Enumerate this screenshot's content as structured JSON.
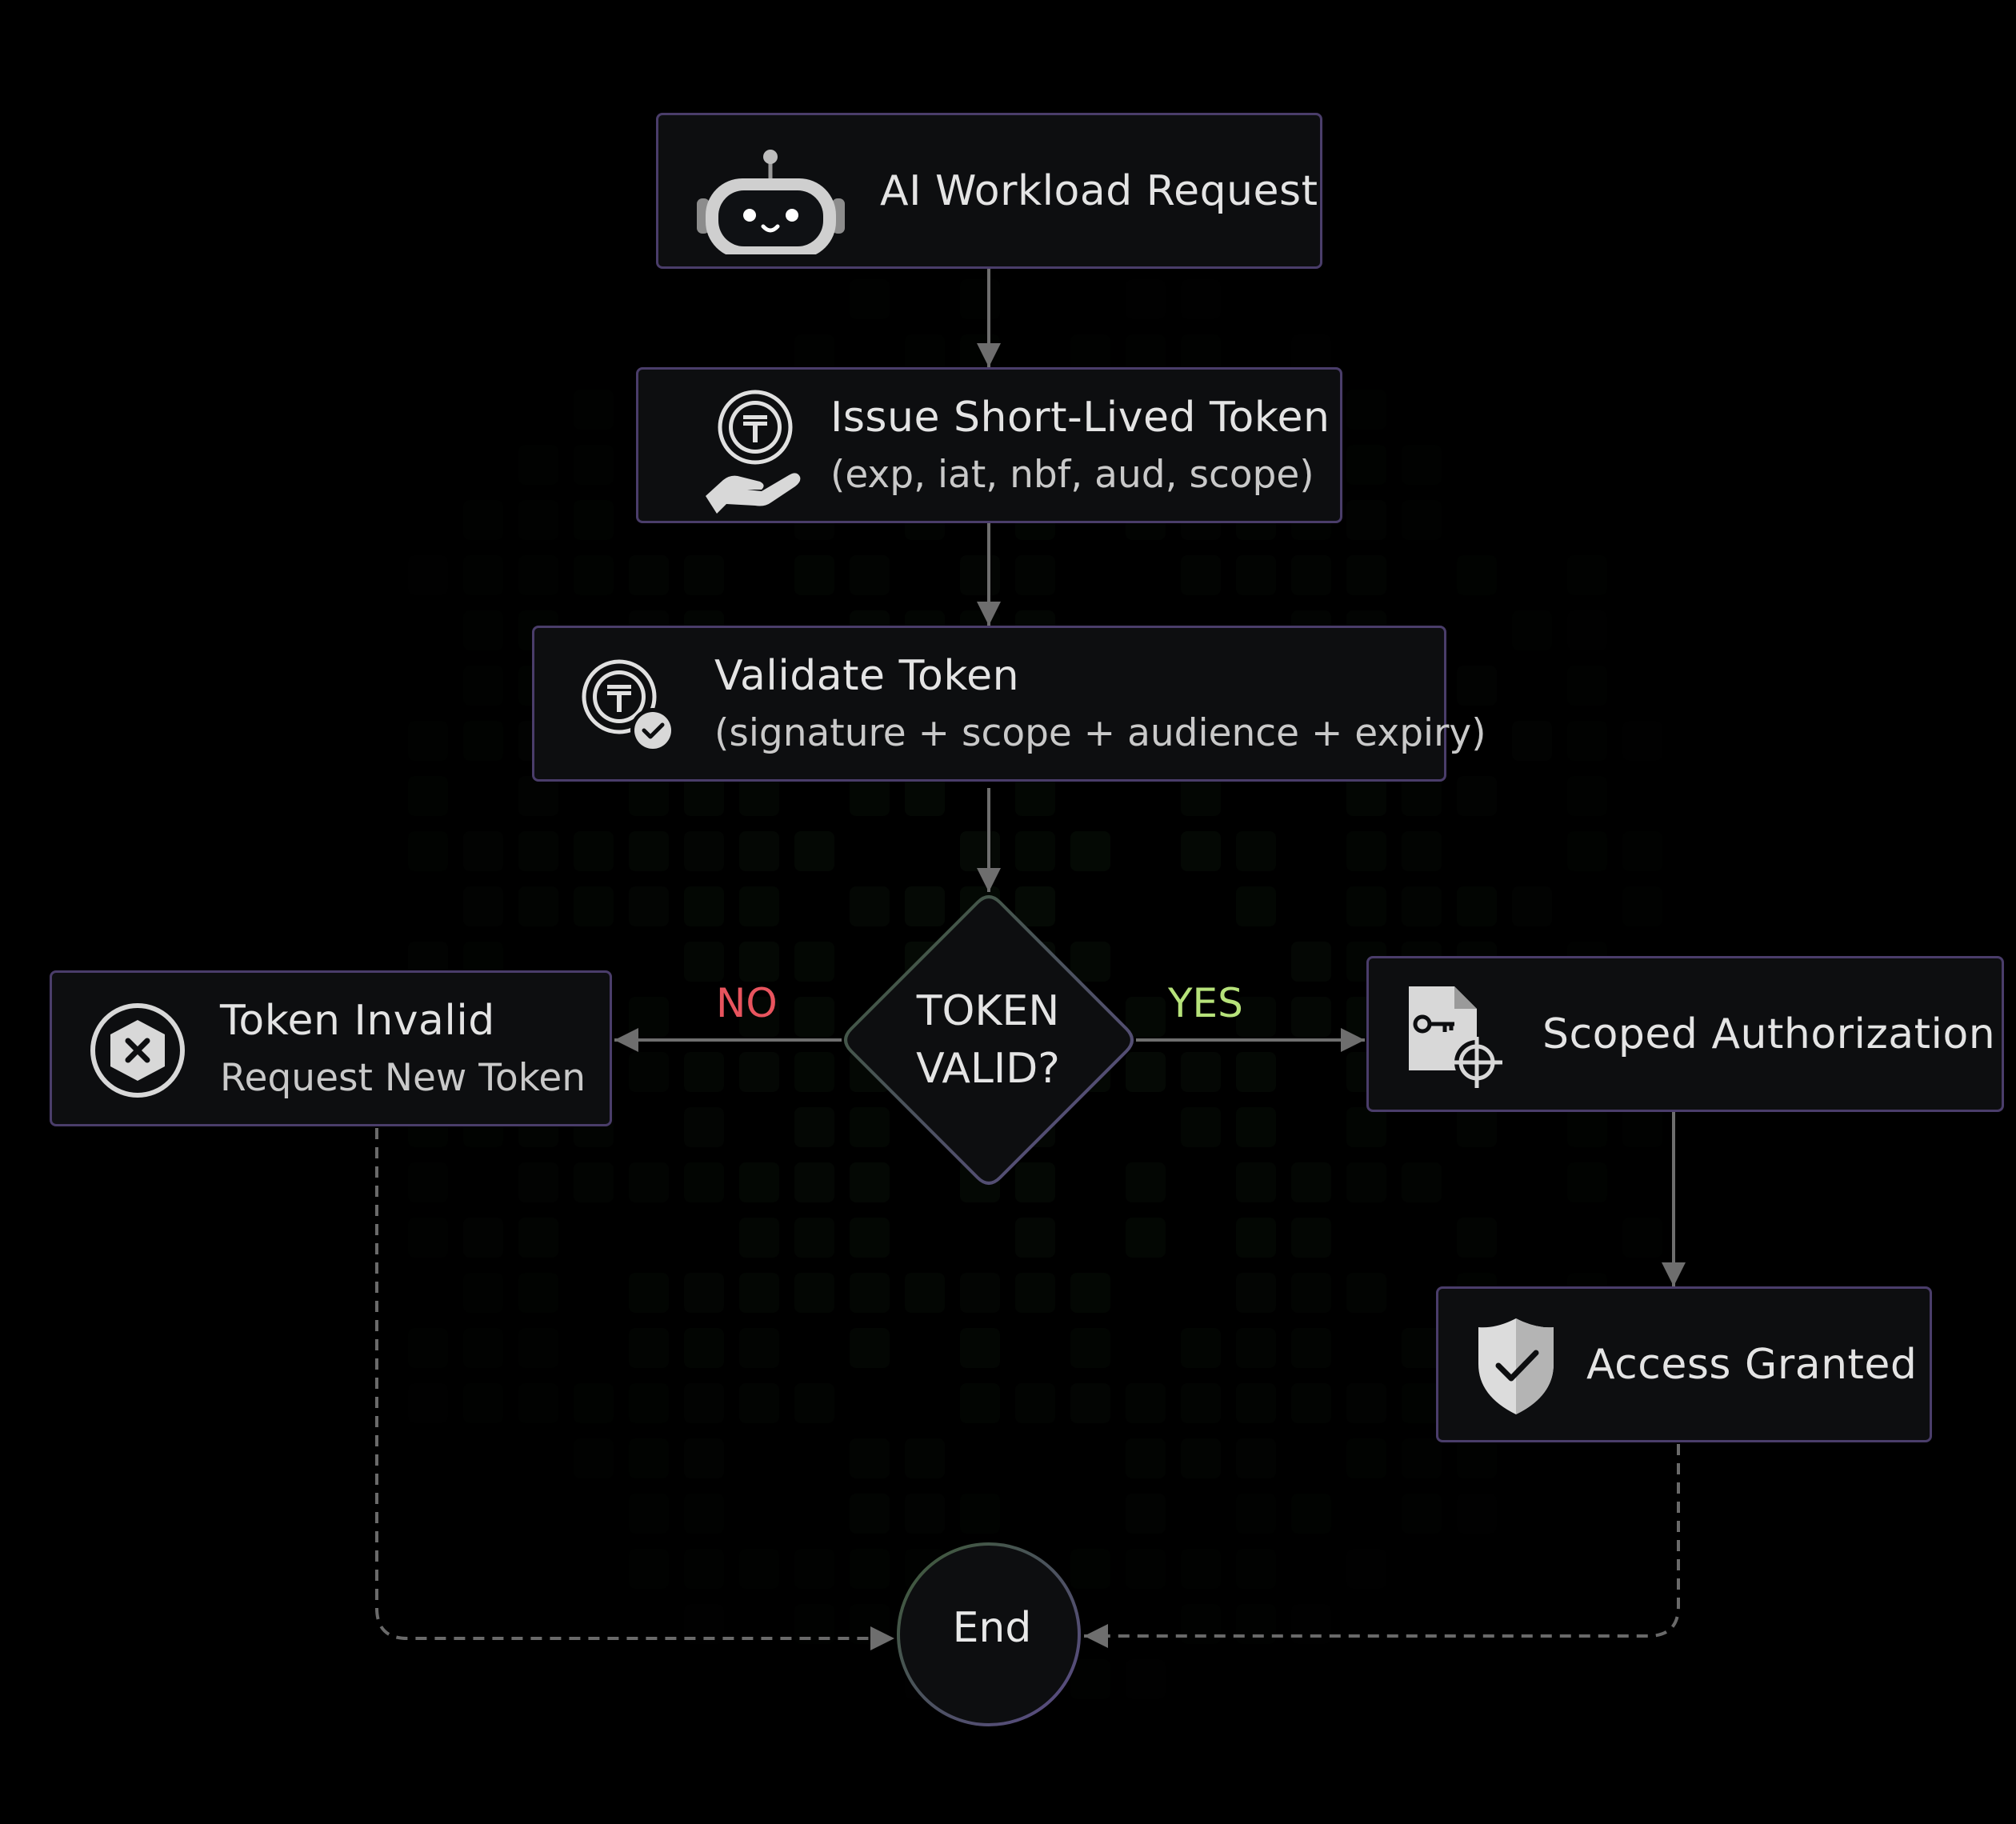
{
  "colors": {
    "background": "#000000",
    "node_fill": "#0d0e10",
    "node_border": "#4a3d6a",
    "arrow": "#7a7a7a",
    "no_label": "#e8545e",
    "yes_label": "#b6e27a",
    "grid_cell": "#0d1a0d"
  },
  "nodes": {
    "request": {
      "title": "AI Workload Request",
      "icon": "robot-icon"
    },
    "issue": {
      "title": "Issue Short-Lived Token",
      "subtitle": "(exp, iat, nbf, aud, scope)",
      "icon": "token-hand-icon"
    },
    "validate": {
      "title": "Validate Token",
      "subtitle": "(signature + scope + audience + expiry)",
      "icon": "token-check-icon"
    },
    "decision": {
      "text": "TOKEN\nVALID?"
    },
    "invalid": {
      "title": "Token Invalid",
      "subtitle": "Request New Token",
      "icon": "error-x-icon"
    },
    "scoped": {
      "title": "Scoped Authorization",
      "icon": "document-key-target-icon"
    },
    "granted": {
      "title": "Access Granted",
      "icon": "shield-check-icon"
    },
    "end": {
      "text": "End"
    }
  },
  "branches": {
    "no": "NO",
    "yes": "YES"
  }
}
